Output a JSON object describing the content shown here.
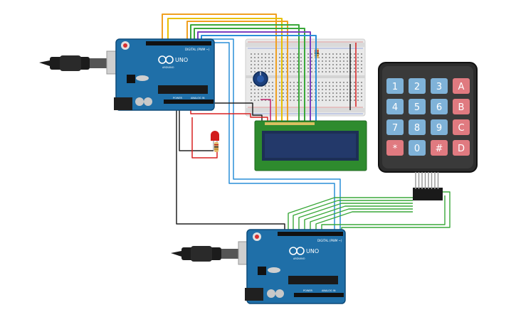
{
  "board_top": {
    "name": "UNO",
    "brand": "ARDUINO",
    "digital_label": "DIGITAL (PWM ~)",
    "power_label": "POWER",
    "analog_label": "ANALOG IN"
  },
  "board_bottom": {
    "name": "UNO",
    "brand": "ARDUINO",
    "digital_label": "DIGITAL (PWM ~)",
    "power_label": "POWER",
    "analog_label": "ANALOG IN"
  },
  "keypad": {
    "keys": [
      [
        "1",
        "2",
        "3",
        "A"
      ],
      [
        "4",
        "5",
        "6",
        "B"
      ],
      [
        "7",
        "8",
        "9",
        "C"
      ],
      [
        "*",
        "0",
        "#",
        "D"
      ]
    ]
  },
  "colors": {
    "board": "#1f6fa8",
    "board_edge": "#0f4c7a",
    "lcd_frame": "#2e8b2e",
    "lcd_screen": "#1c2f55",
    "keypad_body": "#2c2c2c",
    "key_blue": "#7fb2d8",
    "key_red": "#e07a80",
    "wire_orange": "#f0a020",
    "wire_yellow": "#e8c000",
    "wire_green": "#3aa83a",
    "wire_purple": "#7a3fbf",
    "wire_blue": "#2a8fd8",
    "wire_black": "#222222",
    "wire_red": "#d82020",
    "led": "#d21c1c"
  }
}
